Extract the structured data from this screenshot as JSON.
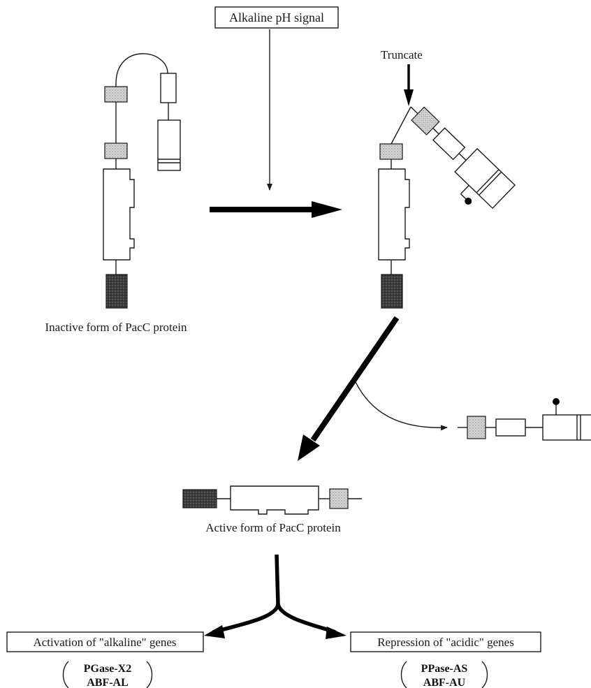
{
  "signal_box": "Alkaline pH signal",
  "truncate_label": "Truncate",
  "inactive_caption": "Inactive form of PacC protein",
  "active_caption": "Active form of PacC protein",
  "activation_box": "Activation of \"alkaline\" genes",
  "repression_box": "Repression of \"acidic\" genes",
  "activated_genes": [
    "PGase-X2",
    "ABF-AL"
  ],
  "repressed_genes": [
    "PPase-AS",
    "ABF-AU"
  ],
  "colors": {
    "ink": "#1a1a1a",
    "light_fill": "#cfcfcf",
    "dark_fill": "#3a3a3a"
  }
}
